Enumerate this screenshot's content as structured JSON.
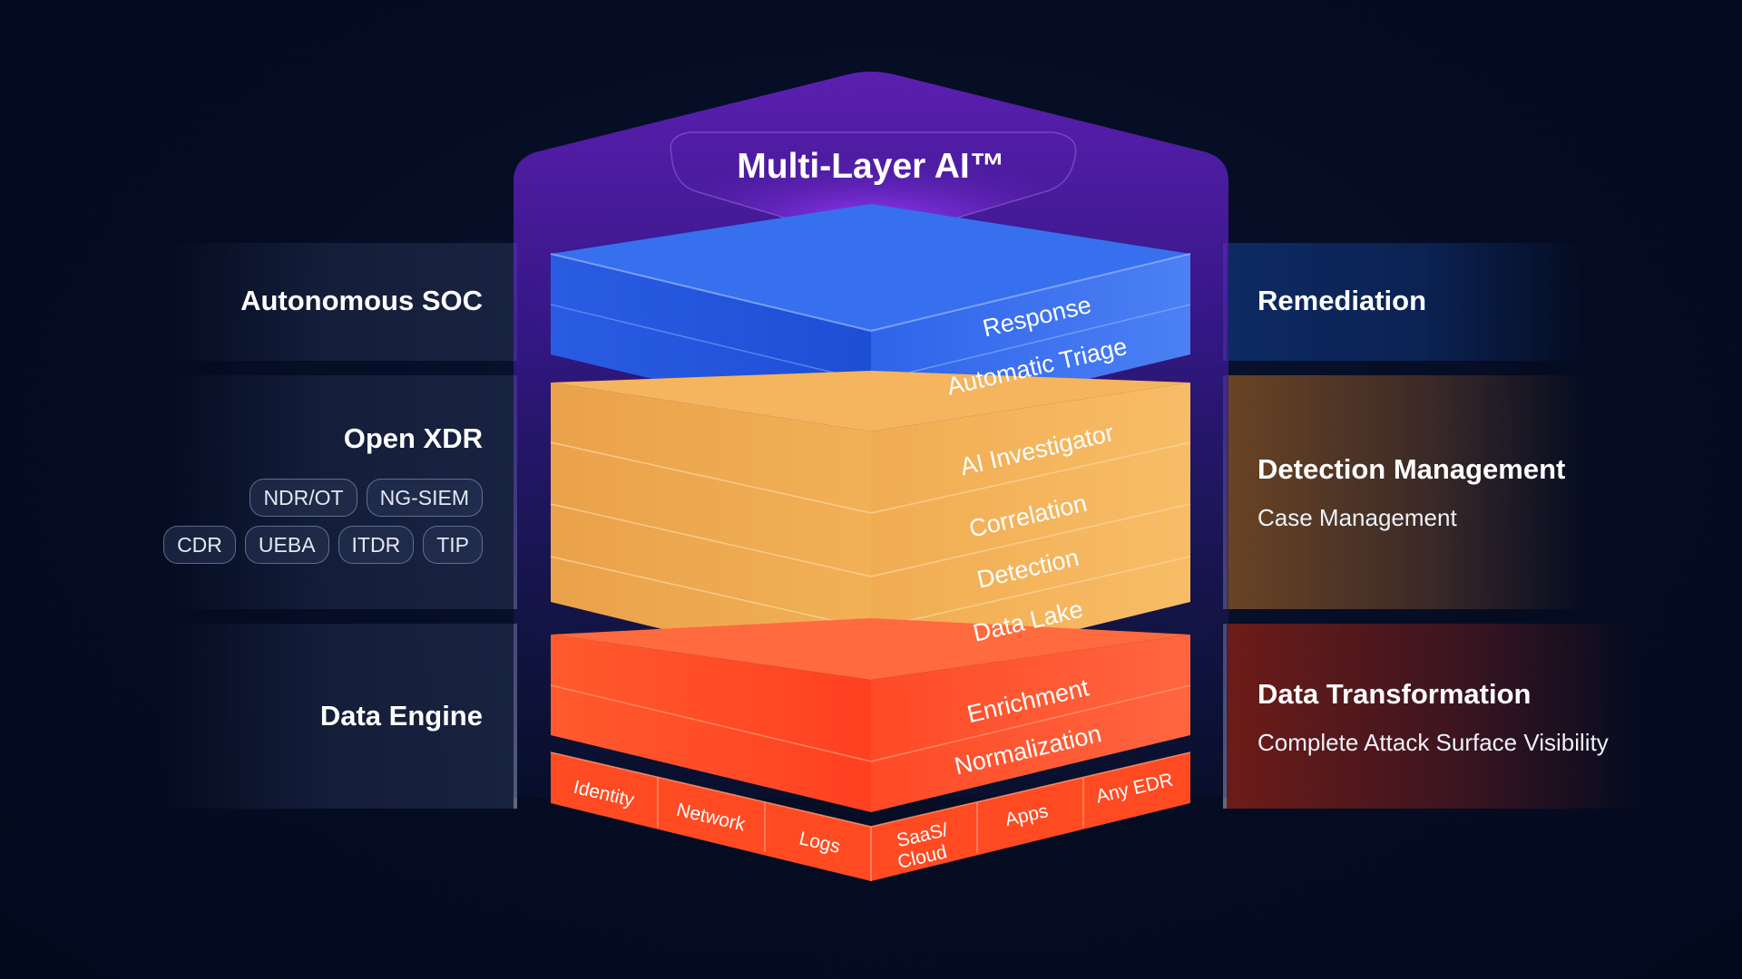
{
  "diagram": {
    "title": "Multi-Layer AI™",
    "left_panels": [
      {
        "label": "Autonomous SOC"
      },
      {
        "label": "Open XDR",
        "chips_row1": [
          "NDR/OT",
          "NG-SIEM"
        ],
        "chips_row2": [
          "CDR",
          "UEBA",
          "ITDR",
          "TIP"
        ]
      },
      {
        "label": "Data Engine"
      }
    ],
    "right_panels": [
      {
        "label": "Remediation"
      },
      {
        "label": "Detection Management",
        "sub": "Case Management"
      },
      {
        "label": "Data Transformation",
        "sub": "Complete Attack Surface Visibility"
      }
    ],
    "layers": {
      "blue": [
        "Response",
        "Automatic Triage"
      ],
      "orange": [
        "AI Investigator",
        "Correlation",
        "Detection",
        "Data Lake"
      ],
      "red": [
        "Enrichment",
        "Normalization"
      ]
    },
    "sources": [
      "Identity",
      "Network",
      "Logs",
      "SaaS/",
      "Cloud",
      "Apps",
      "Any EDR"
    ],
    "colors": {
      "background": "#050c22",
      "blue": "#2f64ea",
      "orange": "#f0a94c",
      "red": "#ff4a22",
      "purple": "#5a1fb0"
    }
  }
}
